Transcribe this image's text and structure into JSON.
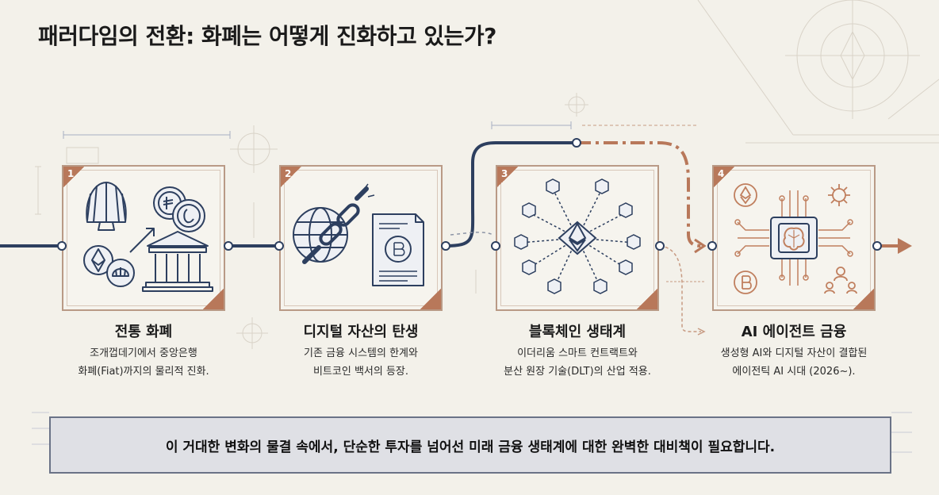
{
  "title": "패러다임의 전환: 화폐는 어떻게 진화하고 있는가?",
  "stages": [
    {
      "number": "1",
      "title": "전통 화폐",
      "desc_line1": "조개껍데기에서 중앙은행",
      "desc_line2": "화폐(Fiat)까지의 물리적 진화."
    },
    {
      "number": "2",
      "title": "디지털 자산의 탄생",
      "desc_line1": "기존 금융 시스템의 한계와",
      "desc_line2": "비트코인 백서의 등장."
    },
    {
      "number": "3",
      "title": "블록체인 생태계",
      "desc_line1": "이더리움 스마트 컨트랙트와",
      "desc_line2": "분산 원장 기술(DLT)의 산업 적용."
    },
    {
      "number": "4",
      "title": "AI 에이전트 금융",
      "desc_line1": "생성형 AI와 디지털 자산이 결합된",
      "desc_line2": "에이전틱 AI 시대 (2026~)."
    }
  ],
  "banner": "이 거대한 변화의 물결 속에서, 단순한 투자를 넘어선 미래 금융 생태계에 대한 완벽한 대비책이 필요합니다.",
  "colors": {
    "navy": "#2d3f5f",
    "copper": "#b8785a",
    "background": "#f3f1ea"
  }
}
